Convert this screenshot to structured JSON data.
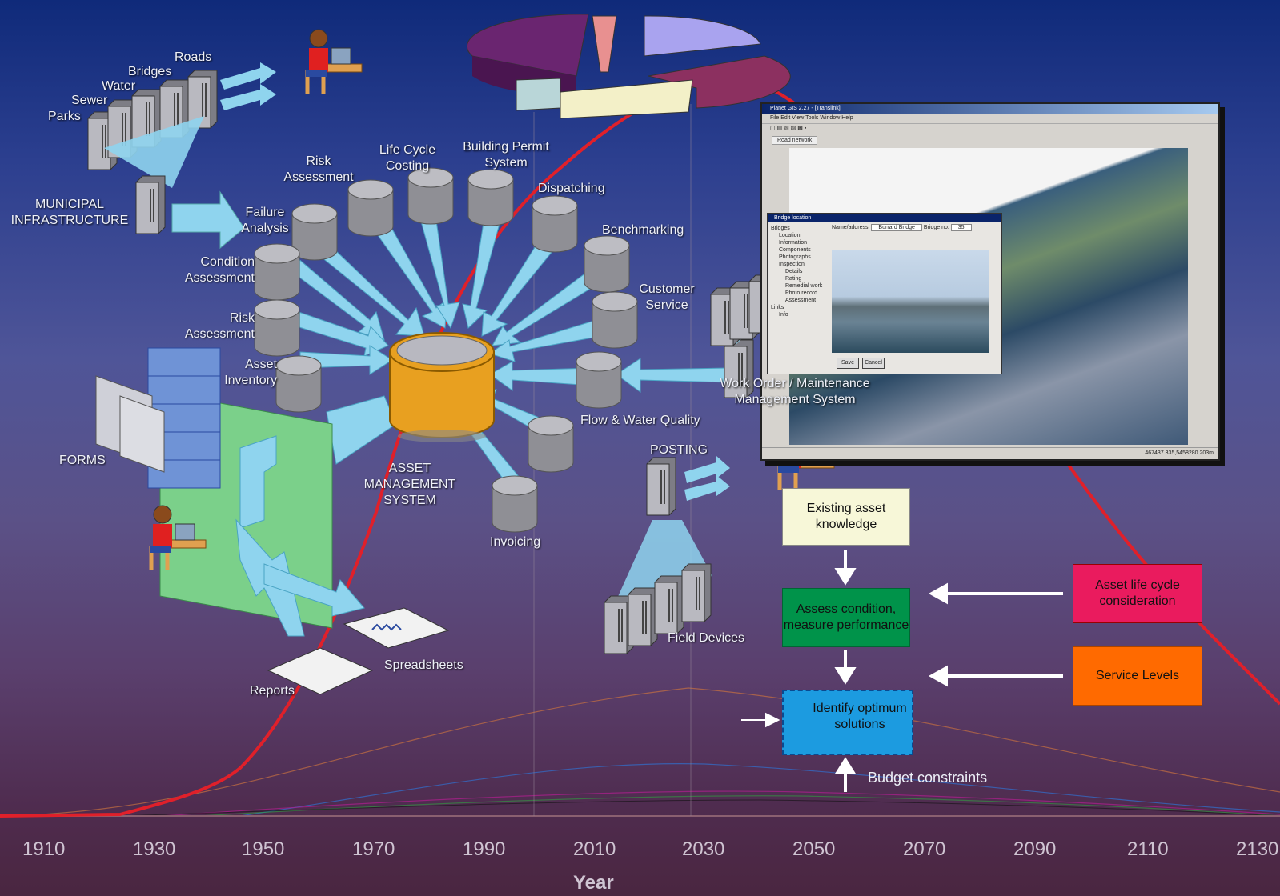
{
  "axis": {
    "x_title": "Year",
    "ticks": [
      "1910",
      "1930",
      "1950",
      "1970",
      "1990",
      "2010",
      "2030",
      "2050",
      "2070",
      "2090",
      "2110",
      "2130"
    ]
  },
  "diagram": {
    "infrastructure_labels": [
      "Roads",
      "Bridges",
      "Water",
      "Sewer",
      "Parks"
    ],
    "municipal_infrastructure": "MUNICIPAL INFRASTRUCTURE",
    "central": "ASSET MANAGEMENT SYSTEM",
    "modules": {
      "risk_assessment_top": "Risk Assessment",
      "life_cycle_costing": "Life Cycle Costing",
      "building_permit": "Building Permit System",
      "dispatching": "Dispatching",
      "failure_analysis": "Failure Analysis",
      "benchmarking": "Benchmarking",
      "condition_assessment": "Condition Assessment",
      "customer_service": "Customer Service",
      "risk_assessment_left": "Risk Assessment",
      "asset_inventory": "Asset Inventory",
      "flow_water_quality": "Flow & Water Quality",
      "invoicing": "Invoicing",
      "work_order": "Work Order / Maintenance Management System",
      "posting": "POSTING",
      "field_devices": "Field Devices",
      "forms": "FORMS",
      "reports": "Reports",
      "spreadsheets": "Spreadsheets"
    }
  },
  "flow": {
    "existing": "Existing asset knowledge",
    "assess": "Assess condition, measure performance",
    "identify": "Identify optimum solutions",
    "life_cycle": "Asset life cycle consideration",
    "service_levels": "Service Levels",
    "budget": "Budget constraints"
  },
  "gis_window": {
    "title": "Planet GIS 2.27 - [Translink]",
    "menu": "File  Edit  View  Tools  Window  Help",
    "tab": "Road network",
    "dialog_title": "Bridge location",
    "name_label": "Name/address:",
    "name_value": "Burrard Bridge",
    "bridge_no_label": "Bridge no:",
    "bridge_no_value": "35",
    "tree_items": [
      "Bridges",
      "Location",
      "Information",
      "Components",
      "Photographs",
      "Inspection",
      "Details",
      "Rating",
      "Remedial work",
      "Photo record",
      "Assessment",
      "Links",
      "Info"
    ],
    "save": "Save",
    "cancel": "Cancel",
    "status": "467437.335,5458280.203m"
  },
  "colors": {
    "existing": "#f7f7d8",
    "assess": "#00934a",
    "identify": "#1c9be0",
    "life_cycle": "#ea1b5e",
    "service_levels": "#ff6a00",
    "curve": "#e0202a",
    "arrow": "#8fd4ee"
  }
}
